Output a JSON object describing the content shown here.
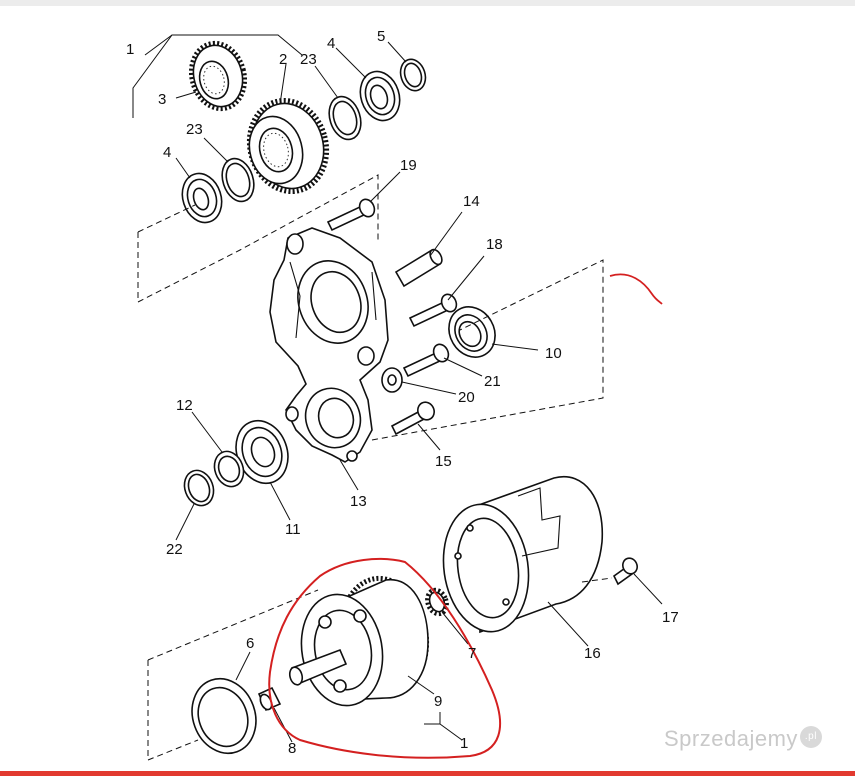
{
  "callouts": [
    {
      "id": "c1-top",
      "text": "1"
    },
    {
      "id": "c2",
      "text": "2"
    },
    {
      "id": "c3",
      "text": "3"
    },
    {
      "id": "c23-top",
      "text": "23"
    },
    {
      "id": "c4-top",
      "text": "4"
    },
    {
      "id": "c5",
      "text": "5"
    },
    {
      "id": "c23-mid",
      "text": "23"
    },
    {
      "id": "c4-mid",
      "text": "4"
    },
    {
      "id": "c19",
      "text": "19"
    },
    {
      "id": "c14",
      "text": "14"
    },
    {
      "id": "c18",
      "text": "18"
    },
    {
      "id": "c10",
      "text": "10"
    },
    {
      "id": "c21",
      "text": "21"
    },
    {
      "id": "c20",
      "text": "20"
    },
    {
      "id": "c12",
      "text": "12"
    },
    {
      "id": "c15",
      "text": "15"
    },
    {
      "id": "c13",
      "text": "13"
    },
    {
      "id": "c11",
      "text": "11"
    },
    {
      "id": "c22",
      "text": "22"
    },
    {
      "id": "c6",
      "text": "6"
    },
    {
      "id": "c7",
      "text": "7"
    },
    {
      "id": "c17",
      "text": "17"
    },
    {
      "id": "c16",
      "text": "16"
    },
    {
      "id": "c9",
      "text": "9"
    },
    {
      "id": "c8",
      "text": "8"
    },
    {
      "id": "c1-bottom",
      "text": "1"
    }
  ],
  "annotation": {
    "color": "#d42020"
  },
  "watermark": {
    "text": "Sprzedajemy",
    "badge": ".pl"
  }
}
